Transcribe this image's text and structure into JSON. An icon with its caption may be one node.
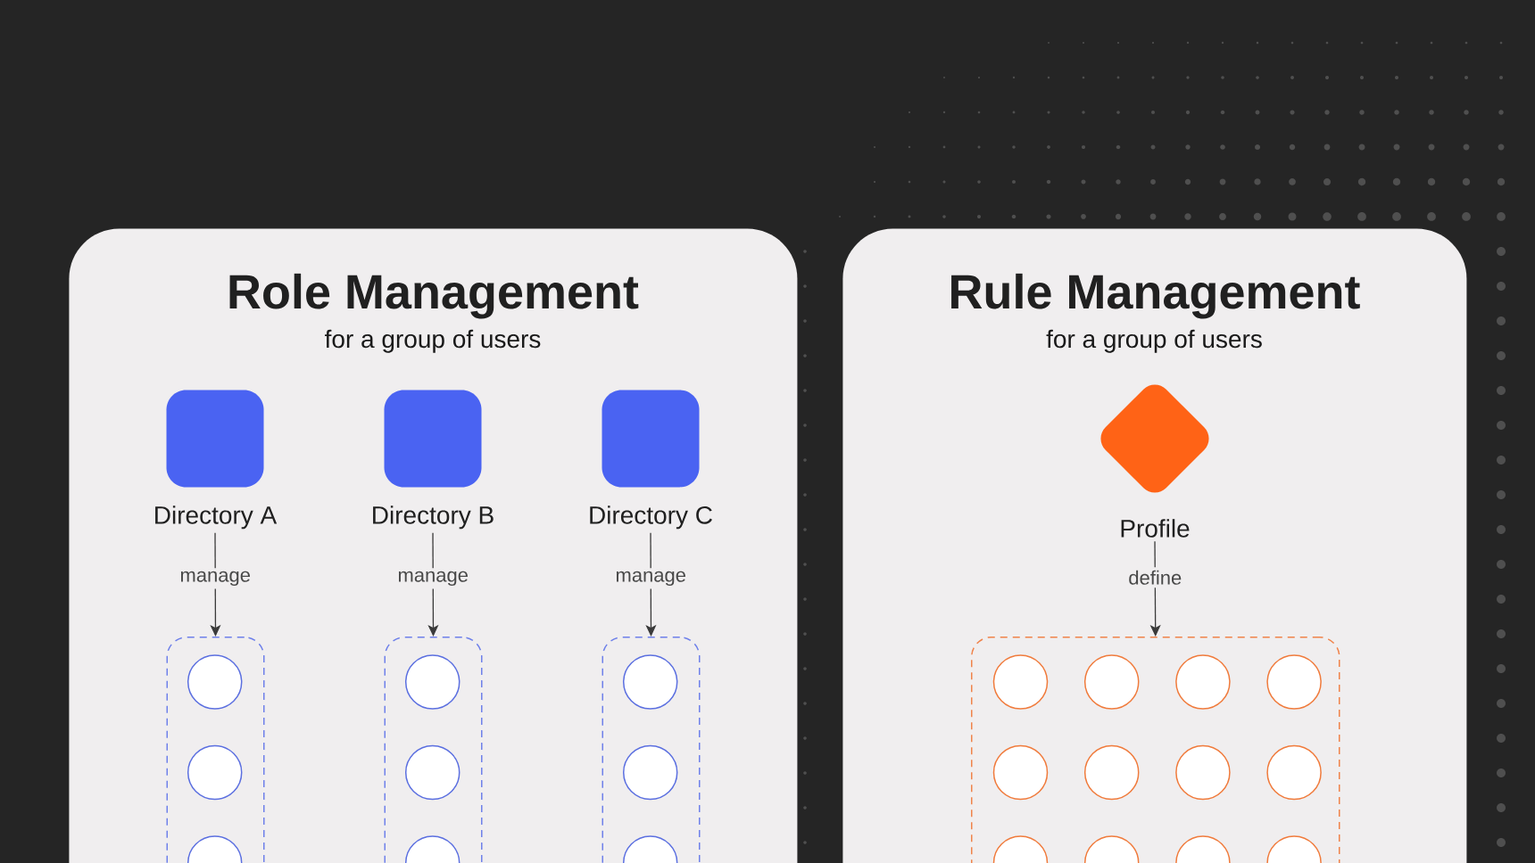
{
  "diagram": {
    "nodes": [
      {
        "text": [
          "Role Management",
          "for a group of users"
        ]
      },
      {
        "text": [
          "Directory A"
        ],
        "in": 0
      },
      {
        "text": [
          "Directory B"
        ],
        "in": 0
      },
      {
        "text": [
          "Directory C"
        ],
        "in": 0
      },
      {
        "text": [],
        "shape": "box",
        "in": 0
      },
      {
        "text": [],
        "shape": "circle",
        "in": 4
      },
      {
        "text": [],
        "shape": "circle",
        "in": 4
      },
      {
        "text": [],
        "shape": "circle",
        "in": 4
      },
      {
        "text": [],
        "shape": "box",
        "in": 0
      },
      {
        "text": [],
        "shape": "circle",
        "in": 8
      },
      {
        "text": [],
        "shape": "circle",
        "in": 8
      },
      {
        "text": [],
        "shape": "circle",
        "in": 8
      },
      {
        "text": [],
        "shape": "box",
        "in": 0
      },
      {
        "text": [],
        "shape": "circle",
        "in": 12
      },
      {
        "text": [],
        "shape": "circle",
        "in": 12
      },
      {
        "text": [],
        "shape": "circle",
        "in": 12
      },
      {
        "text": [
          "Rule Management",
          "for a group of users"
        ]
      },
      {
        "text": [
          "Profile"
        ],
        "in": 16
      },
      {
        "text": [],
        "shape": "box",
        "in": 16
      },
      {
        "text": [],
        "shape": "circle",
        "in": 18
      },
      {
        "text": [],
        "shape": "circle",
        "in": 18
      },
      {
        "text": [],
        "shape": "circle",
        "in": 18
      },
      {
        "text": [],
        "shape": "circle",
        "in": 18
      },
      {
        "text": [],
        "shape": "circle",
        "in": 18
      },
      {
        "text": [],
        "shape": "circle",
        "in": 18
      },
      {
        "text": [],
        "shape": "circle",
        "in": 18
      },
      {
        "text": [],
        "shape": "circle",
        "in": 18
      },
      {
        "text": [],
        "shape": "circle",
        "in": 18
      },
      {
        "text": [],
        "shape": "circle",
        "in": 18
      },
      {
        "text": [],
        "shape": "circle",
        "in": 18
      },
      {
        "text": [],
        "shape": "circle",
        "in": 18
      }
    ],
    "edges": [
      {
        "from": 1,
        "to": 4,
        "arrow": "to",
        "label": "manage"
      },
      {
        "from": 2,
        "to": 8,
        "arrow": "to",
        "label": "manage"
      },
      {
        "from": 3,
        "to": 12,
        "arrow": "to",
        "label": "manage"
      },
      {
        "from": 17,
        "to": 18,
        "arrow": "to",
        "label": "define"
      }
    ]
  }
}
